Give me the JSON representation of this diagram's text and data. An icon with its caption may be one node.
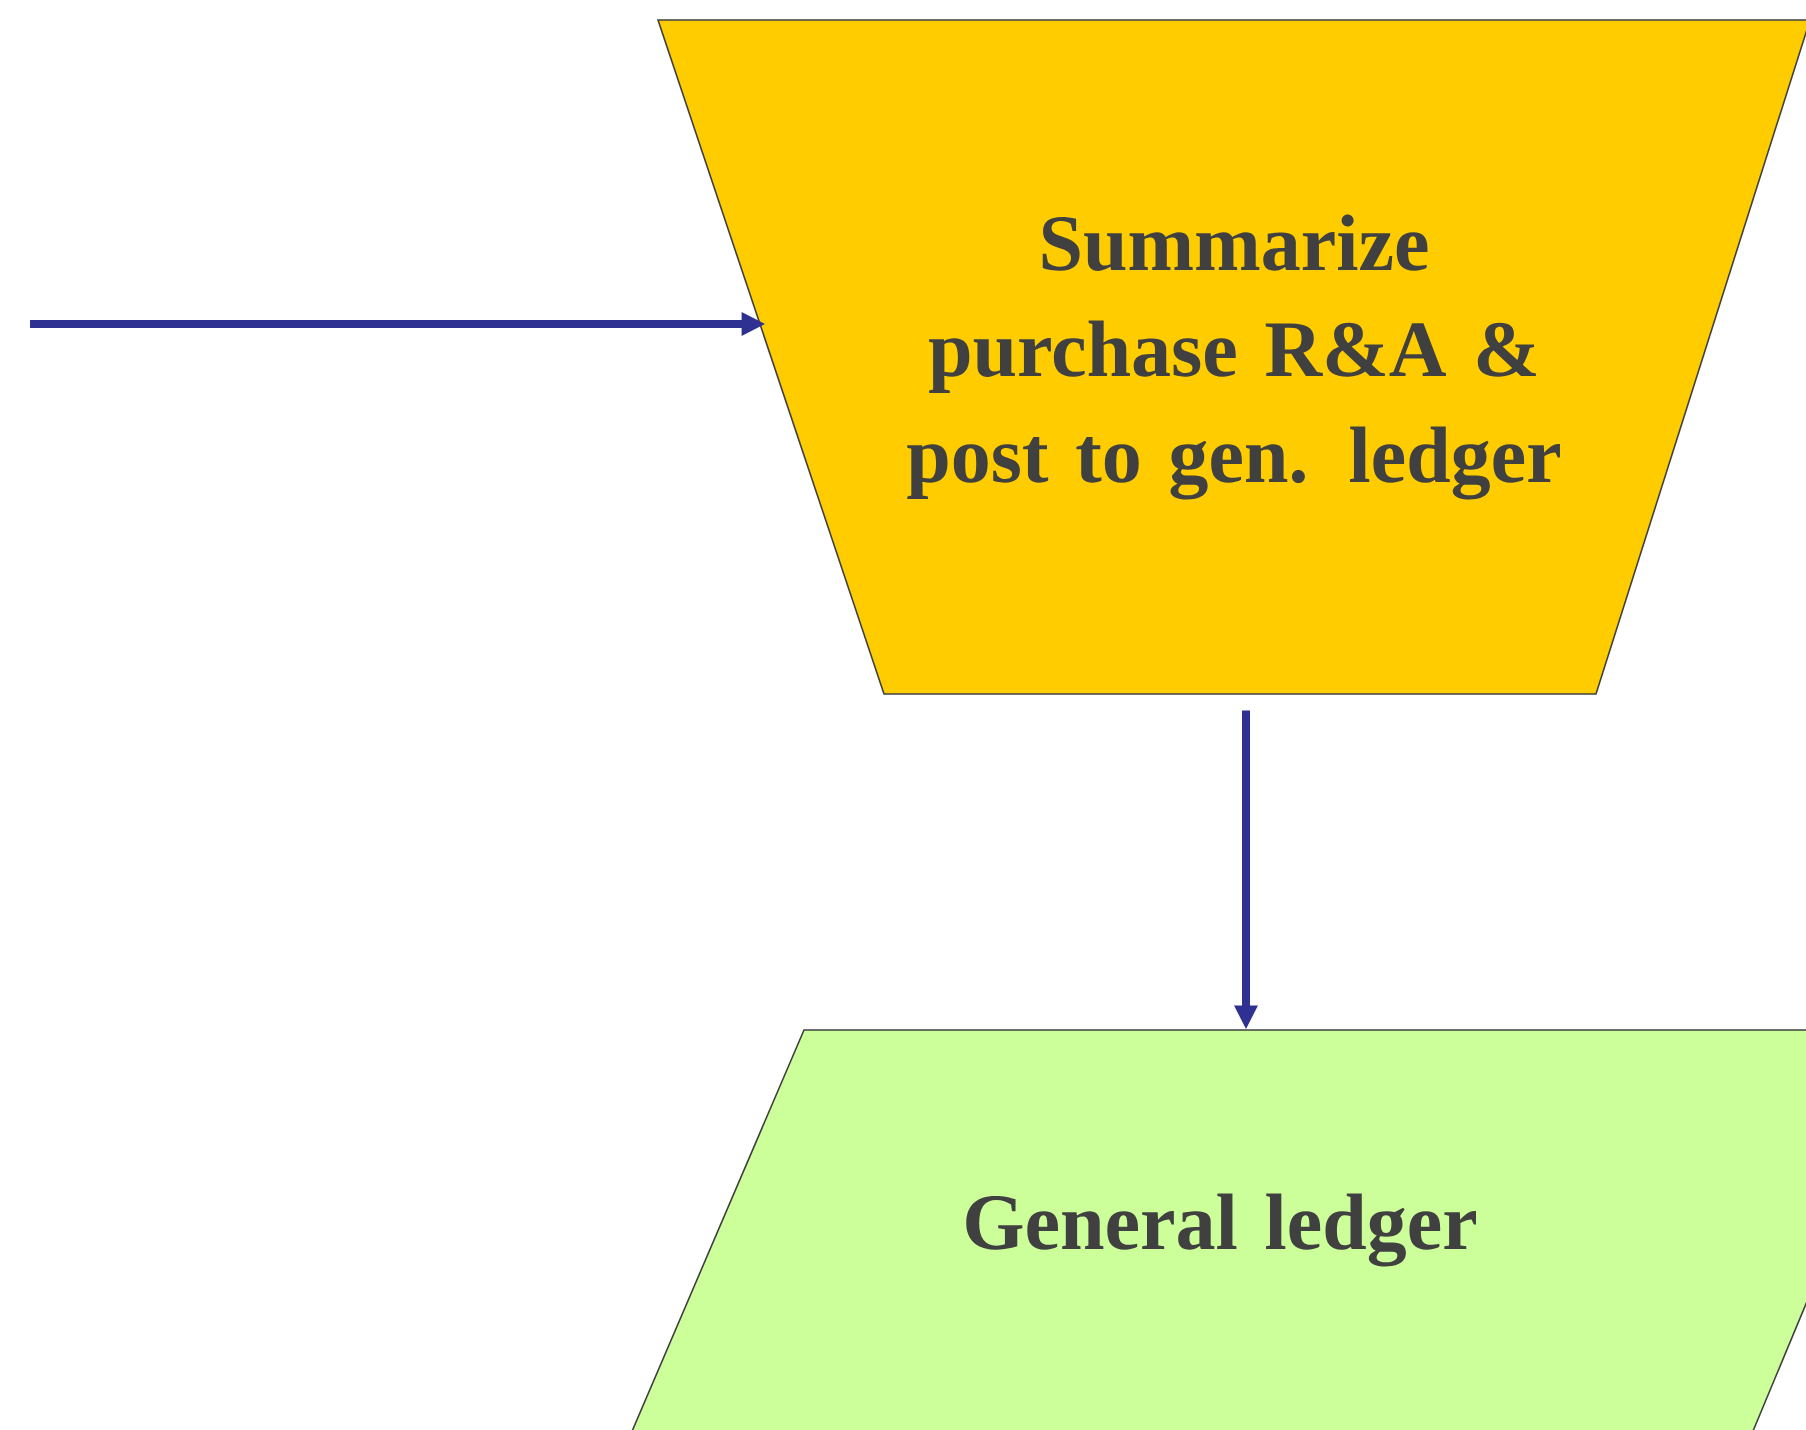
{
  "diagram": {
    "nodes": [
      {
        "text": [
          "Summarize purchase R&A & post to gen. ledger"
        ]
      },
      {
        "text": [
          "General ledger"
        ]
      }
    ],
    "edges": [
      {
        "from": null,
        "to": 0,
        "arrow": "to"
      },
      {
        "from": 0,
        "to": 1,
        "arrow": "to"
      }
    ]
  }
}
